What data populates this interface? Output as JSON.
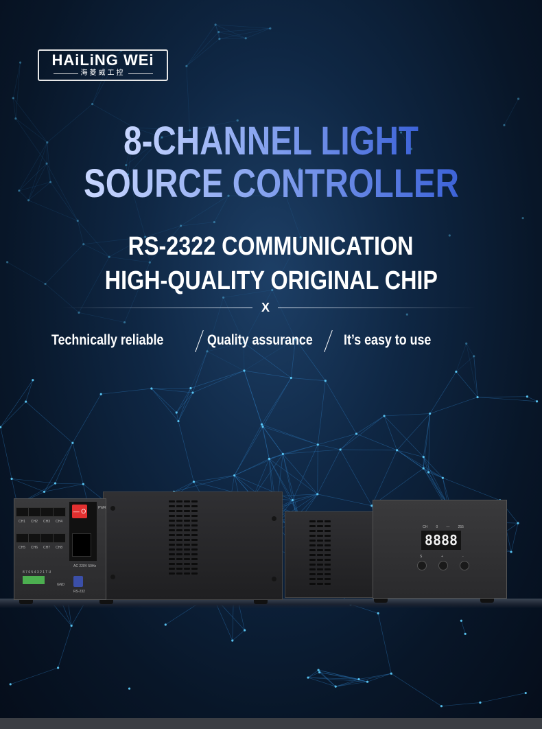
{
  "logo": {
    "brand": "HAiLiNG WEi",
    "subtitle": "海菱威工控"
  },
  "title": {
    "line1": "8-CHANNEL LIGHT",
    "line2": "SOURCE CONTROLLER"
  },
  "subtitles": {
    "line1": "RS-2322 COMMUNICATION",
    "line2": "HIGH-QUALITY ORIGINAL CHIP"
  },
  "separator_glyph": "X",
  "features": [
    "Technically reliable",
    "Quality assurance",
    "It’s easy to use"
  ],
  "device_rear": {
    "power_label": "PWR",
    "ac_label": "AC 220V 50Hz",
    "serial_label": "RS-232",
    "terminal_label": "8 7 6 5 4 3 2 1 T U",
    "gnd_label": "GND",
    "channels": [
      "CH1",
      "CH2",
      "CH3",
      "CH4",
      "CH5",
      "CH6",
      "CH7",
      "CH8"
    ]
  },
  "device_front": {
    "display": "8888",
    "display_labels": [
      "CH",
      "0",
      "—",
      "255"
    ],
    "button_labels": [
      "S",
      "+",
      "-"
    ]
  },
  "colors": {
    "background": "#0f2744",
    "title_start": "#c9d7ff",
    "title_end": "#3d63d8",
    "switch_red": "#e23030",
    "terminal_green": "#4caf50"
  }
}
